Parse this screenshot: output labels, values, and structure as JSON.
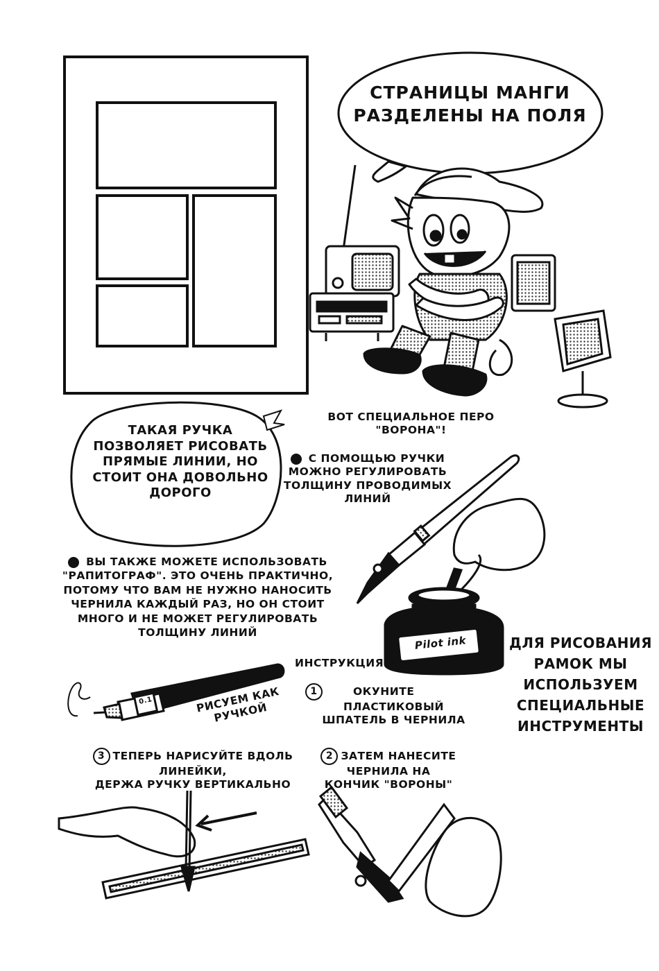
{
  "bubble_top": {
    "line1": "Страницы манги",
    "line2": "разделены на поля"
  },
  "bubble_left": {
    "line1": "Такая ручка",
    "line2": "позволяет рисовать",
    "line3": "прямые линии, но",
    "line4": "стоит она довольно",
    "line5": "дорого"
  },
  "pen_intro": "Вот специальное перо \"Ворона\"!",
  "pen_note": {
    "line1": "С помощью ручки",
    "line2": "можно регулировать",
    "line3": "толщину проводимых",
    "line4": "линий"
  },
  "rapido_note": {
    "line1": "Вы также можете использовать",
    "line2": "\"Рапитограф\". Это очень практично,",
    "line3": "потому что вам не нужно наносить",
    "line4": "чернила каждый раз, но он стоит",
    "line5": "много и не может регулировать",
    "line6": "толщину линий"
  },
  "rapido_label": {
    "line1": "Рисуем как",
    "line2": "ручкой"
  },
  "rapido_size": "0.1",
  "ink_brand": "Pilot ink",
  "instructions_title": "Инструкция",
  "step1": {
    "num": "1",
    "line1": "Окуните",
    "line2": "пластиковый",
    "line3": "шпатель в чернила"
  },
  "step2": {
    "num": "2",
    "line1": "Затем нанесите",
    "line2": "чернила на",
    "line3": "кончик \"Вороны\""
  },
  "step3": {
    "num": "3",
    "line1": "Теперь нарисуйте вдоль линейки,",
    "line2": "держа ручку вертикально"
  },
  "tools_note": {
    "line1": "Для рисования",
    "line2": "рамок мы",
    "line3": "используем",
    "line4": "специальные",
    "line5": "инструменты"
  },
  "colors": {
    "ink": "#111111",
    "paper": "#ffffff",
    "screentone": "#8a8a8a"
  }
}
